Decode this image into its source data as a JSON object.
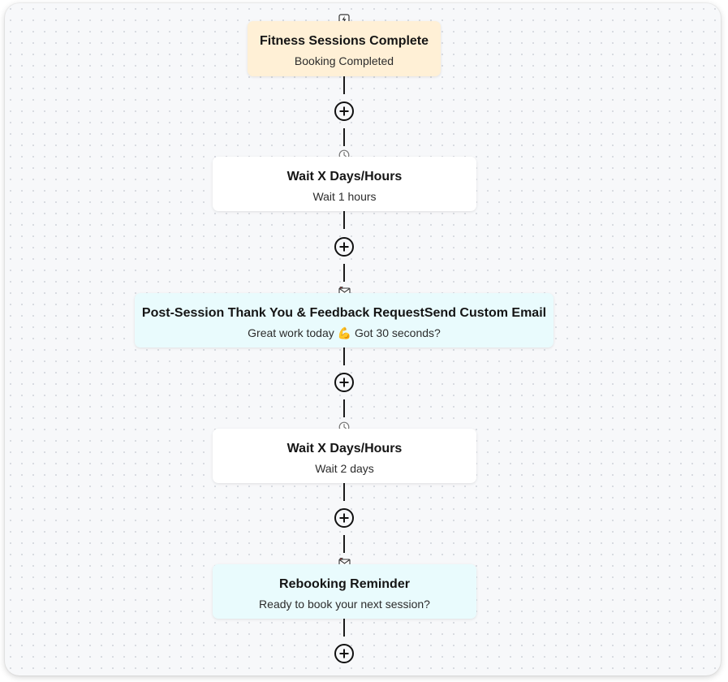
{
  "workflow": {
    "trigger": {
      "title": "Fitness Sessions Complete",
      "subtitle": "Booking Completed",
      "icon": "lightning-icon"
    },
    "step1": {
      "title": "Wait X Days/Hours",
      "subtitle": "Wait 1 hours",
      "icon": "clock-icon"
    },
    "step2": {
      "title": "Post-Session Thank You & Feedback RequestSend Custom Email",
      "subtitle": "Great work today 💪 Got 30 seconds?",
      "icon": "email-icon"
    },
    "step3": {
      "title": "Wait X Days/Hours",
      "subtitle": "Wait 2 days",
      "icon": "clock-icon"
    },
    "step4": {
      "title": "Rebooking Reminder",
      "subtitle": "Ready to book your next session?",
      "icon": "email-icon"
    }
  },
  "colors": {
    "trigger_bg": "#fff0d6",
    "wait_bg": "#ffffff",
    "email_bg": "#e9fbfd",
    "connector": "#1a1a1a"
  }
}
